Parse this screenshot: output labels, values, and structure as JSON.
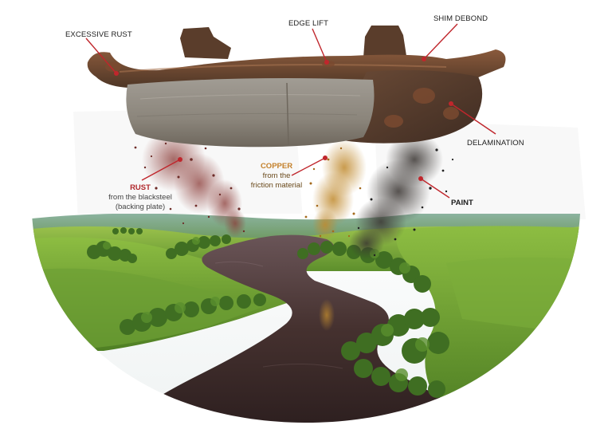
{
  "labels": {
    "excessive_rust": "EXCESSIVE RUST",
    "edge_lift": "EDGE LIFT",
    "shim_debond": "SHIM DEBOND",
    "delamination": "DELAMINATION",
    "paint": "PAINT"
  },
  "callouts": {
    "rust": {
      "title": "RUST",
      "line1": "from the blacksteel",
      "line2": "(backing plate)"
    },
    "copper": {
      "title": "COPPER",
      "line1": "from the",
      "line2": "friction material"
    }
  },
  "colors": {
    "pointer": "#c0262c",
    "rust": "#b0282c",
    "copper": "#c4802a",
    "river": "#3e2c2e",
    "grass": "#6fa33c"
  }
}
